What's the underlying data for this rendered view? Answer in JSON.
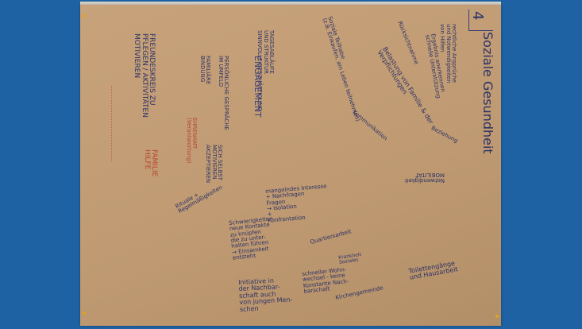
{
  "poster": {
    "number": "4",
    "title": "Soziale Gesundheit",
    "notes": {
      "n1": "rechtliche Ansprüche\nund Notwendigkeiten\nvon Hilfen",
      "n2": "Ergebnis anerkennen\nschnelle Unterstützung",
      "n3": "Rücksichtnahme",
      "n4": "Belastung von Familie & der\nVerpflichtungen",
      "n5": "Soziale Teilhabe\n(z.B. Einkaufen, am Leben teilnehmen)",
      "n6": "Kommunikation",
      "n7": "Beziehung",
      "n8": "Notwendigkeit\nMOBILITÄT",
      "n9": "TAGESABLÄUFE\nUND STRUKTUR\nSINNVOLLE BESCHÄFTIGUNG",
      "n10": "ENGAGEMENT",
      "n11": "PERSÖNLICHE GESPRÄCHE\nIM UMFELD",
      "n12": "FREUNDESKREIS ZU\nPFLEGEN / AKTIVITÄTEN\nMOTIVIEREN",
      "n13": "EHRENAMT\n(Verantwortung)",
      "n14": "SICH SELBST\nMOTIVIEREN\nAKZEPTIEREN",
      "n15": "FAMILIE\nHILFE",
      "n16": "FAMILIÄRE\nBINDUNG",
      "n17": "Rituale +\nRegelmäßigkeiten",
      "n18": "mangelndes Interesse\n+ Nachfragen\nFragen\n→ Isolation\n+\nKonfrontation",
      "n19": "Schwierigkeiten\nneue Kontakte\nzu knüpfen\ndie zu unter-\nhalten führen\n→ Einsamkeit\nentsteht",
      "n20": "Quartiersarbeit",
      "n21": "Krankheit\nSoziales",
      "n22": "Toilettengänge\nund Hausarbeit",
      "n23": "schneller Wohn-\nwechsel - keine\nKonstante Nach-\nbarschaft",
      "n24": "Initiative in\nder Nachbar-\nschaft auch\nvon jungen Men-\nschen",
      "n25": "Kirchengemeinde"
    }
  }
}
